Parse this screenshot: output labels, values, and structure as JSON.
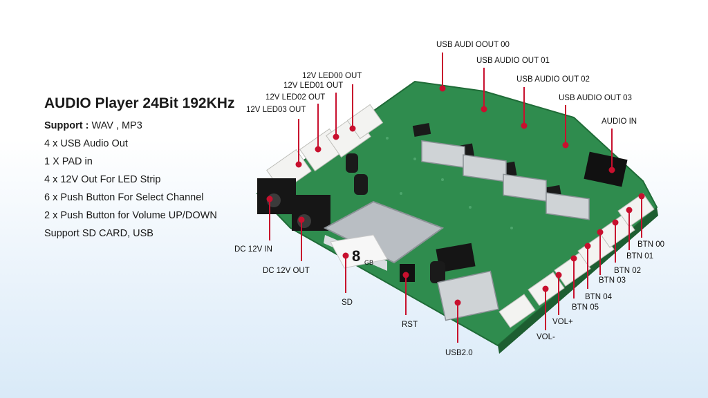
{
  "title": "AUDIO Player 24Bit 192KHz",
  "features": {
    "support_label": "Support :",
    "support_value": "WAV , MP3",
    "items": [
      "4 x USB Audio Out",
      "1 X PAD in",
      "4 x 12V Out For LED Strip",
      "6 x Push Button For Select Channel",
      "2 x Push Button for Volume UP/DOWN",
      "Support SD CARD, USB"
    ]
  },
  "board": {
    "sd_card_capacity": "8",
    "sd_card_unit": "GB"
  },
  "labels": {
    "usb_audio_out_00": "USB AUDI OOUT 00",
    "usb_audio_out_01": "USB AUDIO OUT 01",
    "usb_audio_out_02": "USB AUDIO OUT 02",
    "usb_audio_out_03": "USB AUDIO OUT 03",
    "audio_in": "AUDIO IN",
    "led00": "12V LED00 OUT",
    "led01": "12V LED01 OUT",
    "led02": "12V LED02 OUT",
    "led03": "12V LED03 OUT",
    "dc_in": "DC 12V IN",
    "dc_out": "DC 12V OUT",
    "sd": "SD",
    "rst": "RST",
    "usb2": "USB2.0",
    "vol_minus": "VOL-",
    "vol_plus": "VOL+",
    "btn05": "BTN 05",
    "btn04": "BTN 04",
    "btn03": "BTN 03",
    "btn02": "BTN 02",
    "btn01": "BTN 01",
    "btn00": "BTN 00"
  },
  "colors": {
    "pcb": "#2e8a4c",
    "callout": "#c8102e"
  }
}
